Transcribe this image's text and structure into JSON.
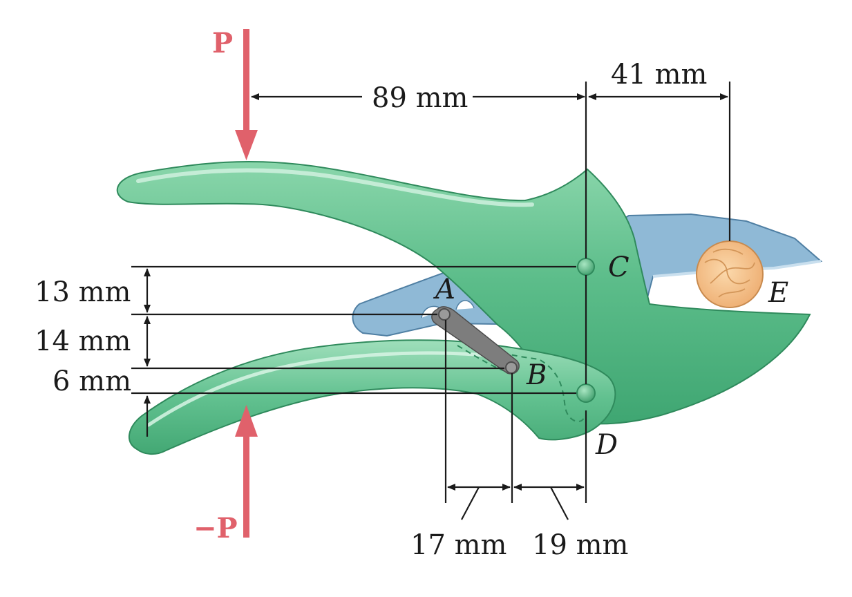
{
  "colors": {
    "force_arrow": "#e0616b",
    "handle_green": "#5cbd8a",
    "handle_edge": "#2f8a5c",
    "blade_blue": "#8fb9d6",
    "blade_edge": "#4f7fa3",
    "link_gray": "#7d7d7d",
    "wood": "#f2c08c",
    "line": "#1a1a1a"
  },
  "forces": {
    "top": "P",
    "bottom": "−P"
  },
  "points": {
    "A": "A",
    "B": "B",
    "C": "C",
    "D": "D",
    "E": "E"
  },
  "dimensions": {
    "h_89": "89 mm",
    "h_41": "41 mm",
    "v_13": "13 mm",
    "v_14": "14 mm",
    "v_6": "6 mm",
    "h_17": "17 mm",
    "h_19": "19 mm"
  }
}
